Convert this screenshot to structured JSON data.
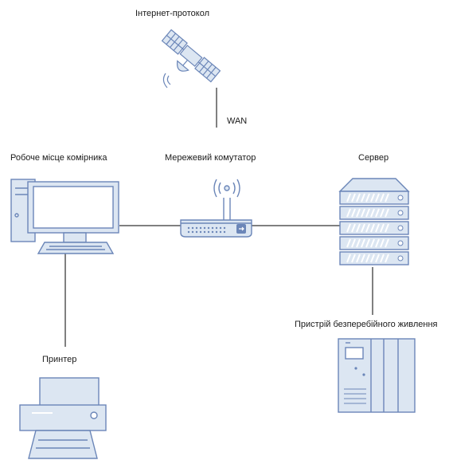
{
  "labels": {
    "internet": "Інтернет-протокол",
    "wan": "WAN",
    "workstation": "Робоче місце комірника",
    "switch": "Мережевий комутатор",
    "server": "Сервер",
    "printer": "Принтер",
    "ups": "Пристрій безперебійного живлення"
  },
  "colors": {
    "fill": "#dce6f2",
    "stroke": "#6b86b8",
    "line": "#000000"
  },
  "icons": [
    "satellite-icon",
    "workstation-icon",
    "router-icon",
    "server-icon",
    "printer-icon",
    "ups-icon"
  ]
}
